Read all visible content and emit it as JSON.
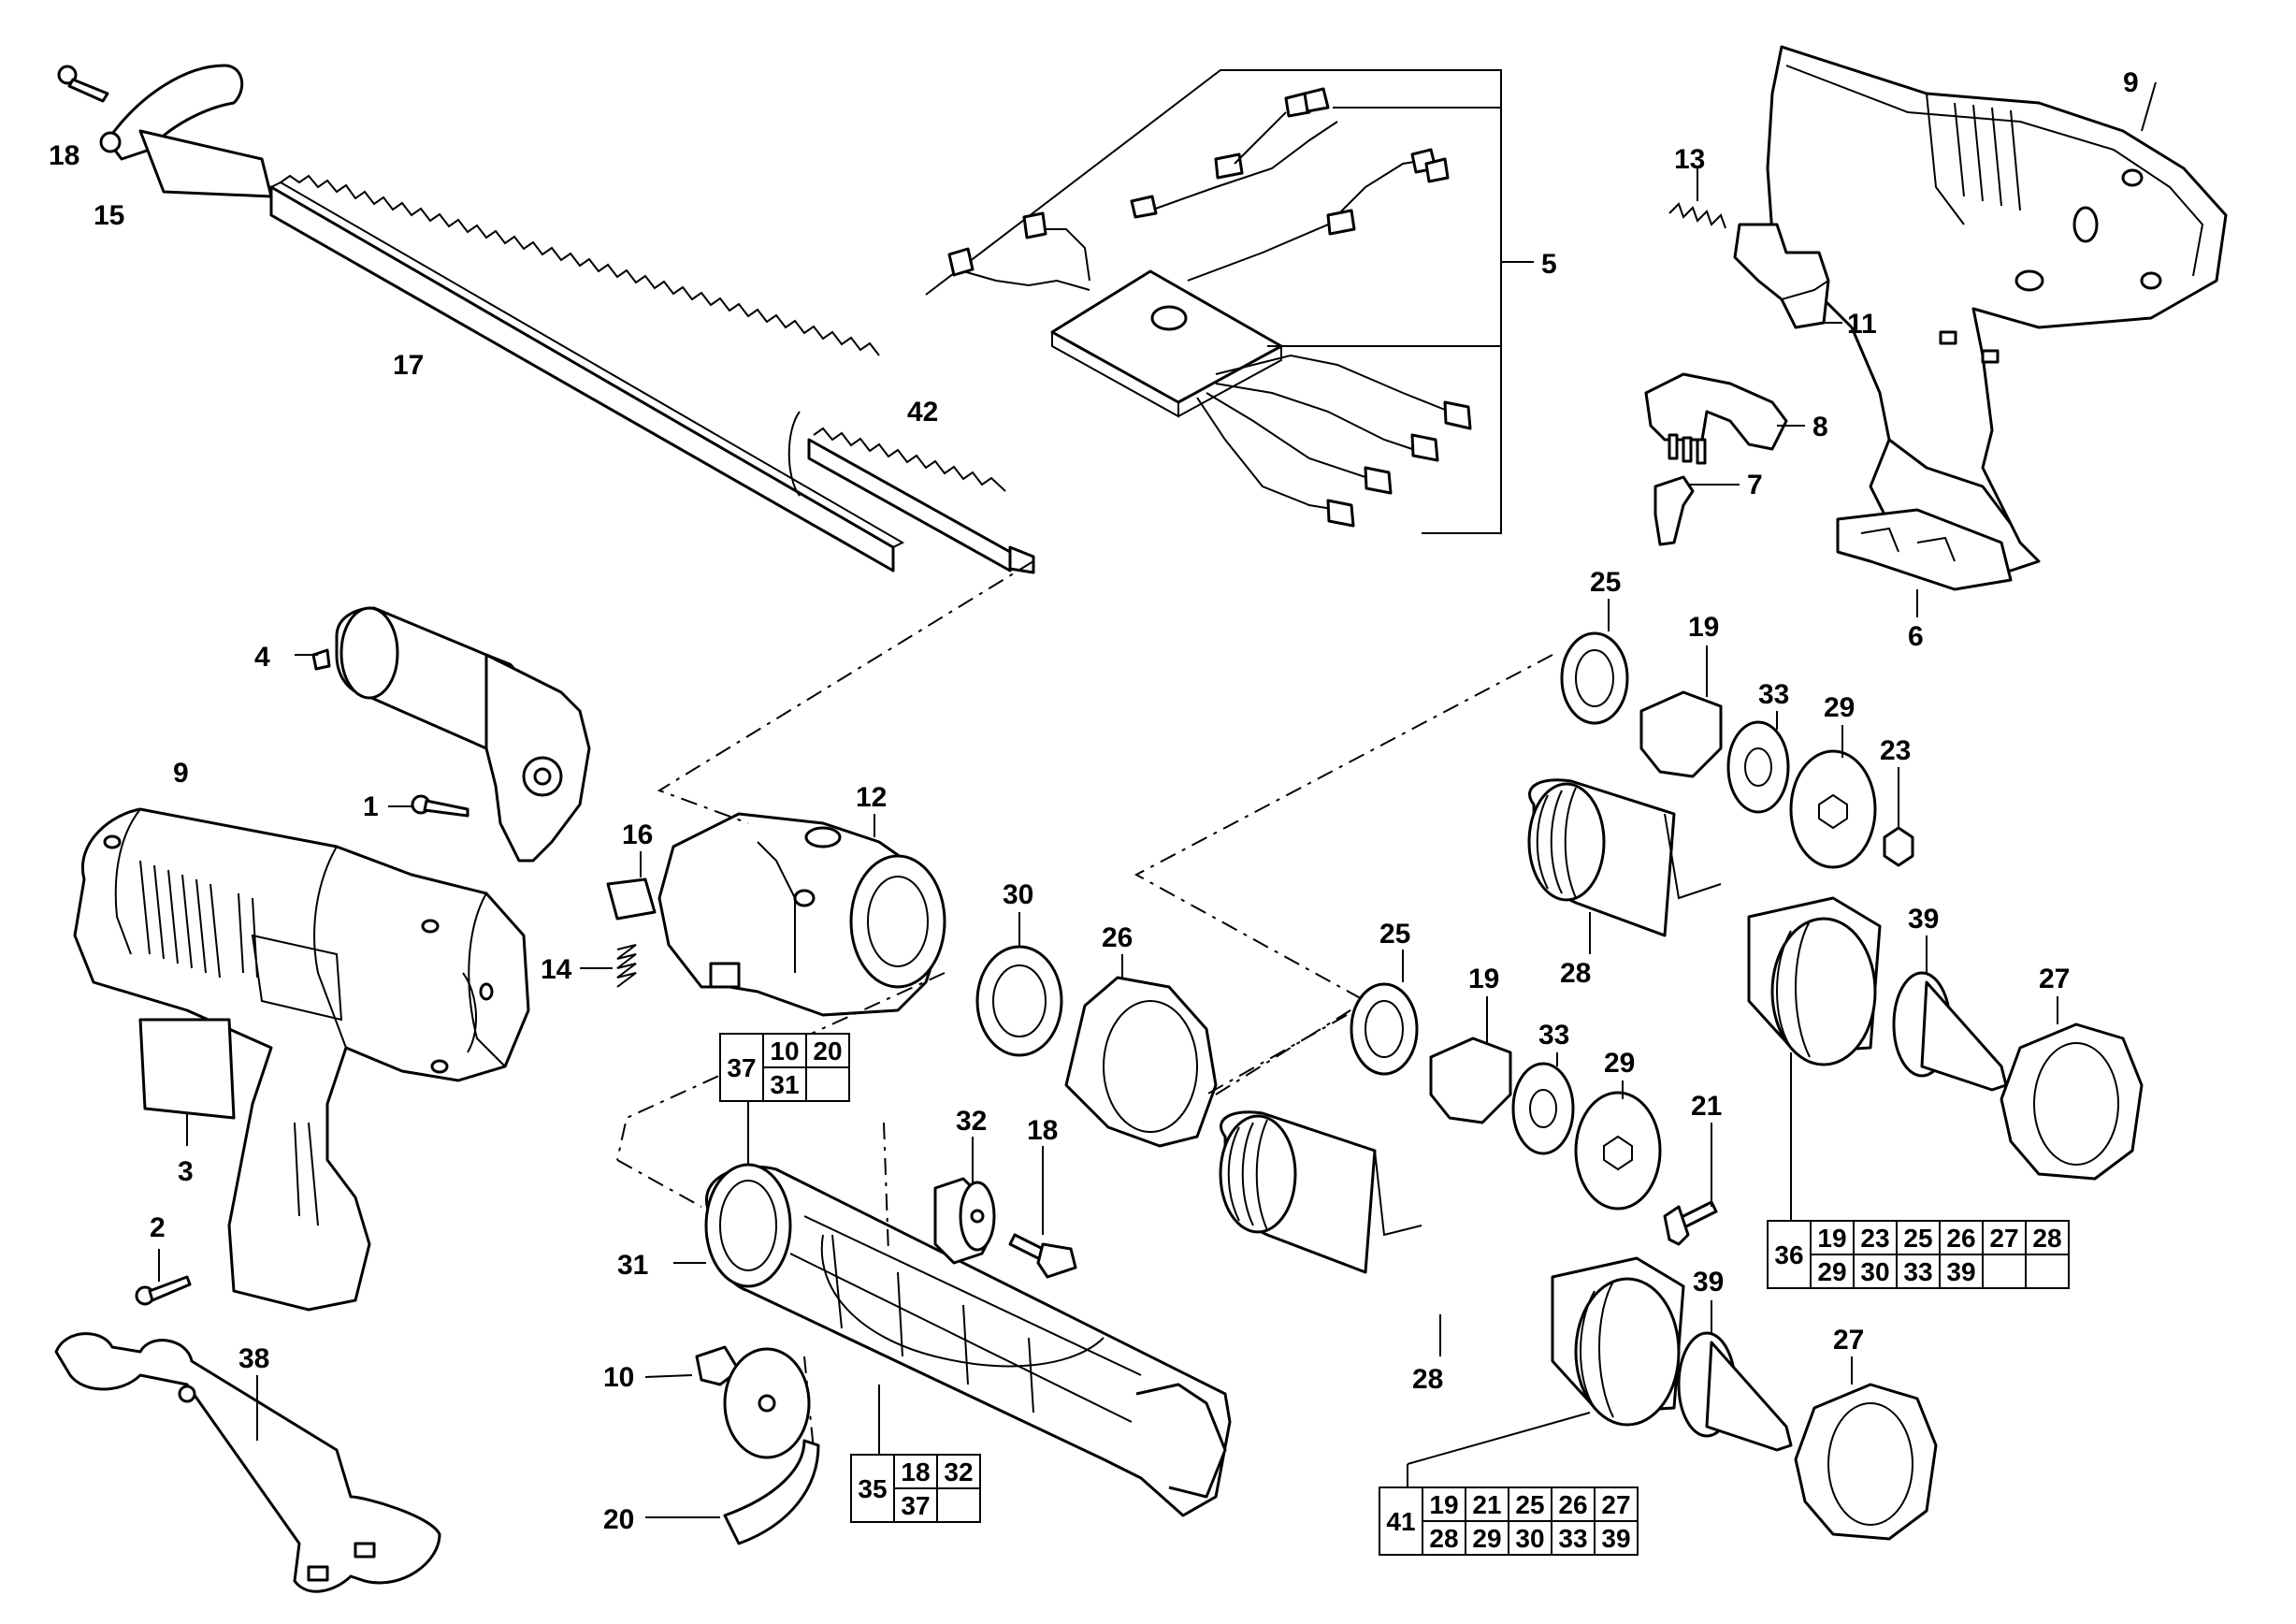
{
  "callouts": [
    {
      "id": "c18a",
      "text": "18"
    },
    {
      "id": "c15",
      "text": "15"
    },
    {
      "id": "c17",
      "text": "17"
    },
    {
      "id": "c42",
      "text": "42"
    },
    {
      "id": "c5",
      "text": "5"
    },
    {
      "id": "c9a",
      "text": "9"
    },
    {
      "id": "c13",
      "text": "13"
    },
    {
      "id": "c11",
      "text": "11"
    },
    {
      "id": "c8",
      "text": "8"
    },
    {
      "id": "c7",
      "text": "7"
    },
    {
      "id": "c6",
      "text": "6"
    },
    {
      "id": "c4",
      "text": "4"
    },
    {
      "id": "c1",
      "text": "1"
    },
    {
      "id": "c9b",
      "text": "9"
    },
    {
      "id": "c16",
      "text": "16"
    },
    {
      "id": "c12",
      "text": "12"
    },
    {
      "id": "c14",
      "text": "14"
    },
    {
      "id": "c30",
      "text": "30"
    },
    {
      "id": "c26",
      "text": "26"
    },
    {
      "id": "c3",
      "text": "3"
    },
    {
      "id": "c2",
      "text": "2"
    },
    {
      "id": "c38",
      "text": "38"
    },
    {
      "id": "c31",
      "text": "31"
    },
    {
      "id": "c32",
      "text": "32"
    },
    {
      "id": "c18b",
      "text": "18"
    },
    {
      "id": "c10",
      "text": "10"
    },
    {
      "id": "c20",
      "text": "20"
    },
    {
      "id": "c25a",
      "text": "25"
    },
    {
      "id": "c19a",
      "text": "19"
    },
    {
      "id": "c33a",
      "text": "33"
    },
    {
      "id": "c29a",
      "text": "29"
    },
    {
      "id": "c23",
      "text": "23"
    },
    {
      "id": "c28a",
      "text": "28"
    },
    {
      "id": "c39a",
      "text": "39"
    },
    {
      "id": "c27a",
      "text": "27"
    },
    {
      "id": "c25b",
      "text": "25"
    },
    {
      "id": "c19b",
      "text": "19"
    },
    {
      "id": "c33b",
      "text": "33"
    },
    {
      "id": "c29b",
      "text": "29"
    },
    {
      "id": "c21",
      "text": "21"
    },
    {
      "id": "c28b",
      "text": "28"
    },
    {
      "id": "c39b",
      "text": "39"
    },
    {
      "id": "c27b",
      "text": "27"
    }
  ],
  "kits": [
    {
      "id": "k37",
      "label": "37",
      "rows": [
        [
          "10",
          "20"
        ],
        [
          "31",
          ""
        ]
      ]
    },
    {
      "id": "k35",
      "label": "35",
      "rows": [
        [
          "18",
          "32"
        ],
        [
          "37",
          ""
        ]
      ]
    },
    {
      "id": "k36",
      "label": "36",
      "rows": [
        [
          "19",
          "23",
          "25",
          "26",
          "27",
          "28"
        ],
        [
          "29",
          "30",
          "33",
          "39",
          "",
          ""
        ]
      ]
    },
    {
      "id": "k41",
      "label": "41",
      "rows": [
        [
          "19",
          "21",
          "25",
          "26",
          "27"
        ],
        [
          "28",
          "29",
          "30",
          "33",
          "39"
        ]
      ]
    }
  ]
}
